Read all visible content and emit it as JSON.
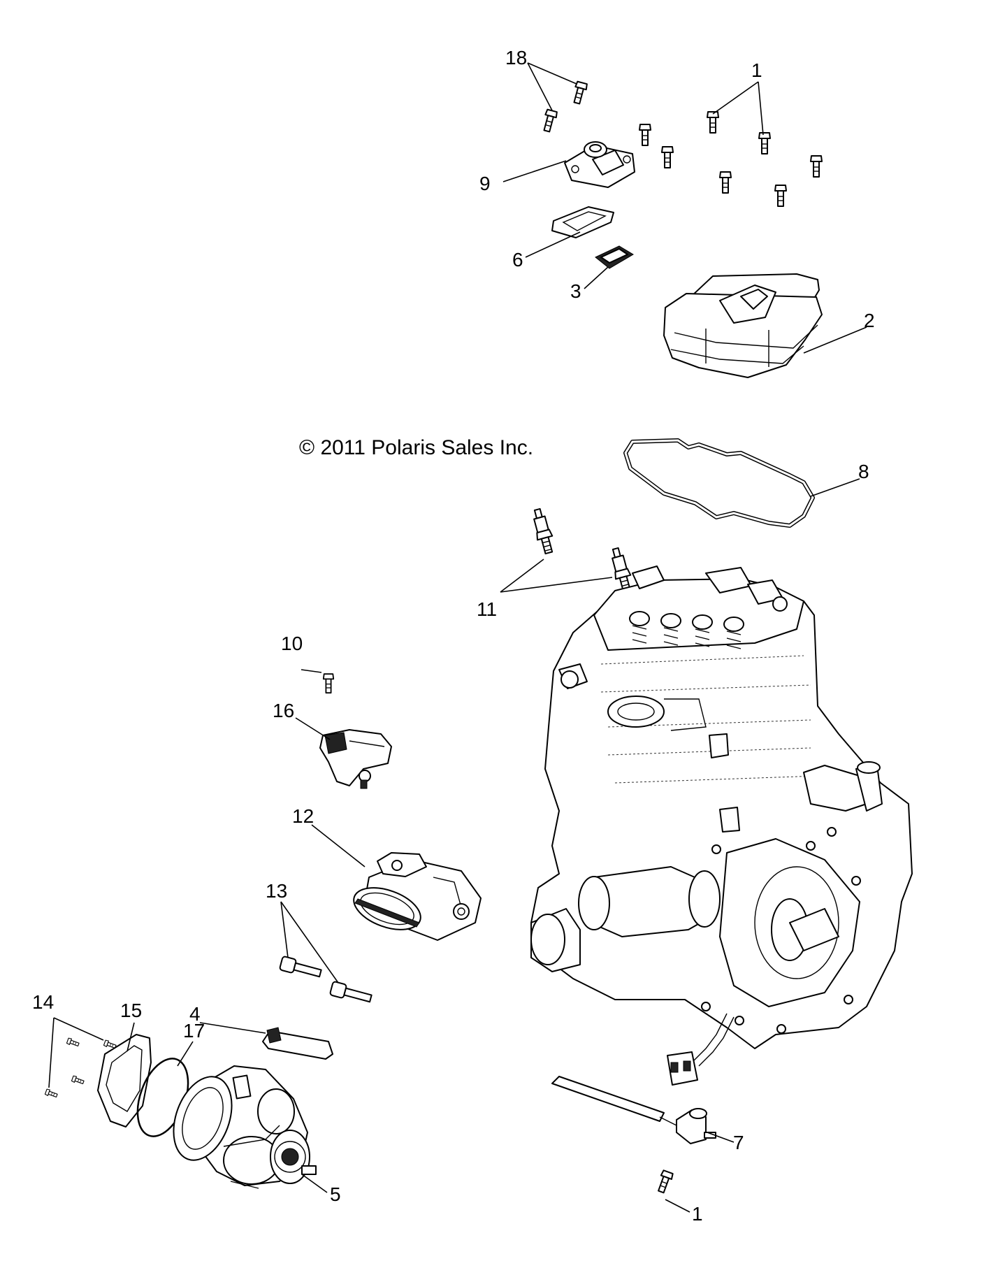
{
  "copyright": "© 2011 Polaris Sales Inc.",
  "callouts": {
    "c1a": "1",
    "c1b": "1",
    "c2": "2",
    "c3": "3",
    "c4": "4",
    "c5": "5",
    "c6": "6",
    "c7": "7",
    "c8": "8",
    "c9": "9",
    "c10": "10",
    "c11": "11",
    "c12": "12",
    "c13": "13",
    "c14": "14",
    "c15": "15",
    "c16": "16",
    "c17": "17",
    "c18": "18"
  }
}
